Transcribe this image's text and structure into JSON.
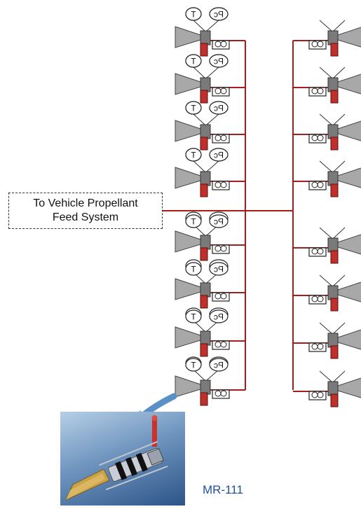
{
  "feed_system": {
    "line1": "To Vehicle Propellant",
    "line2": "Feed System"
  },
  "thruster": {
    "temp_sensor_label": "T",
    "pressure_sensor_label": "Pc",
    "count_left_bank": 8,
    "count_right_bank": 8
  },
  "photo": {
    "caption": "MR-111"
  },
  "colors": {
    "feed_line": "#a81c1c",
    "valve": "#c0302b",
    "nozzle": "#a8a8a8",
    "manifold": "#7a7a7a",
    "caption": "#1e4f9a",
    "arrow": "#5b8fc7"
  }
}
